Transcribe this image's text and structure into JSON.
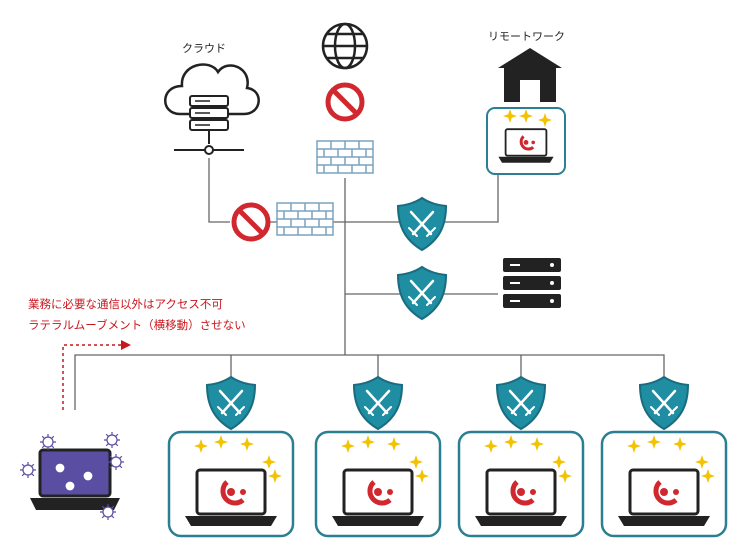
{
  "labels": {
    "cloud": "クラウド",
    "remote_work": "リモートワーク"
  },
  "notes": {
    "line1": "業務に必要な通信以外はアクセス不可",
    "line2": "ラテラルムーブメント（横移動）させない"
  },
  "colors": {
    "line": "#666666",
    "shield": "#1f8ea3",
    "shield_border": "#1a6c80",
    "frame": "#2a7f93",
    "block_red": "#d0282e",
    "brick": "#7aa3c0",
    "sparkle": "#f2c300",
    "virus_laptop": "#5a4ea3",
    "warning_red": "#c8161d"
  },
  "icons": {
    "internet": "globe-icon",
    "block": "no-entry-icon",
    "firewall": "firewall-icon",
    "protection": "shield-swords-icon",
    "endpoint": "protected-laptop-icon",
    "compromised": "infected-laptop-icon",
    "server": "server-rack-icon",
    "home": "house-icon",
    "cloud": "cloud-server-icon"
  }
}
